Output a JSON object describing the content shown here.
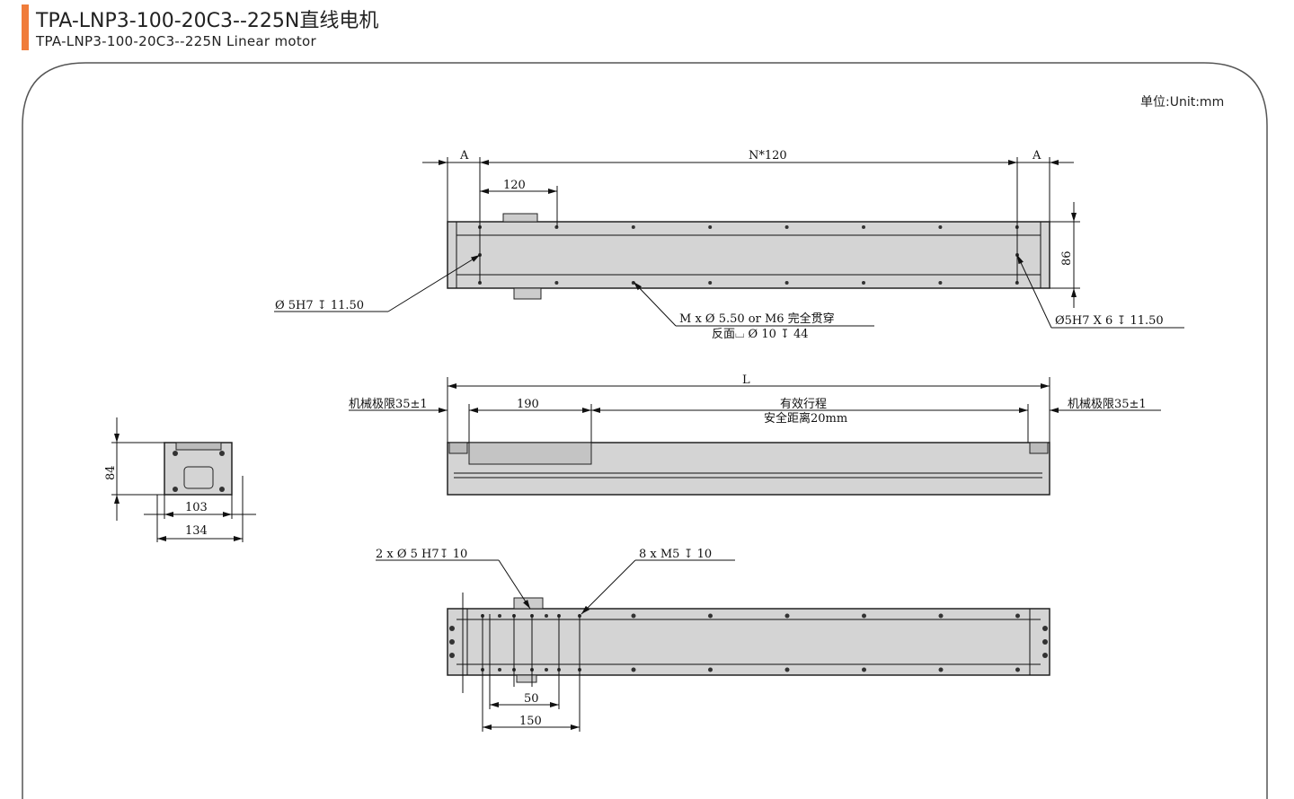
{
  "header": {
    "title": "TPA-LNP3-100-20C3--225N直线电机",
    "subtitle": "TPA-LNP3-100-20C3--225N Linear motor",
    "accent": "#f07c3a"
  },
  "unit": "单位:Unit:mm",
  "top_view": {
    "dim_a_left": "A",
    "dim_n": "N*120",
    "dim_a_right": "A",
    "dim_pitch": "120",
    "dim_height": "86",
    "note_left": "Ø 5H7 ↧ 11.50",
    "note_mid_1": "M x Ø 5.50 or M6 完全贯穿",
    "note_mid_2": "反面⌴ Ø 10 ↧ 44",
    "note_right": "Ø5H7 X 6 ↧ 11.50"
  },
  "side_view": {
    "dim_l": "L",
    "limit_left": "机械极限35±1",
    "limit_right": "机械极限35±1",
    "dim_carriage": "190",
    "stroke": "有效行程",
    "safety": "安全距离20mm"
  },
  "end_view": {
    "dim_height": "84",
    "dim_inner": "103",
    "dim_outer": "134"
  },
  "bottom_view": {
    "note_left": "2 x Ø 5 H7↧ 10",
    "note_right": "8 x M5 ↧ 10",
    "dim_50": "50",
    "dim_150": "150"
  }
}
